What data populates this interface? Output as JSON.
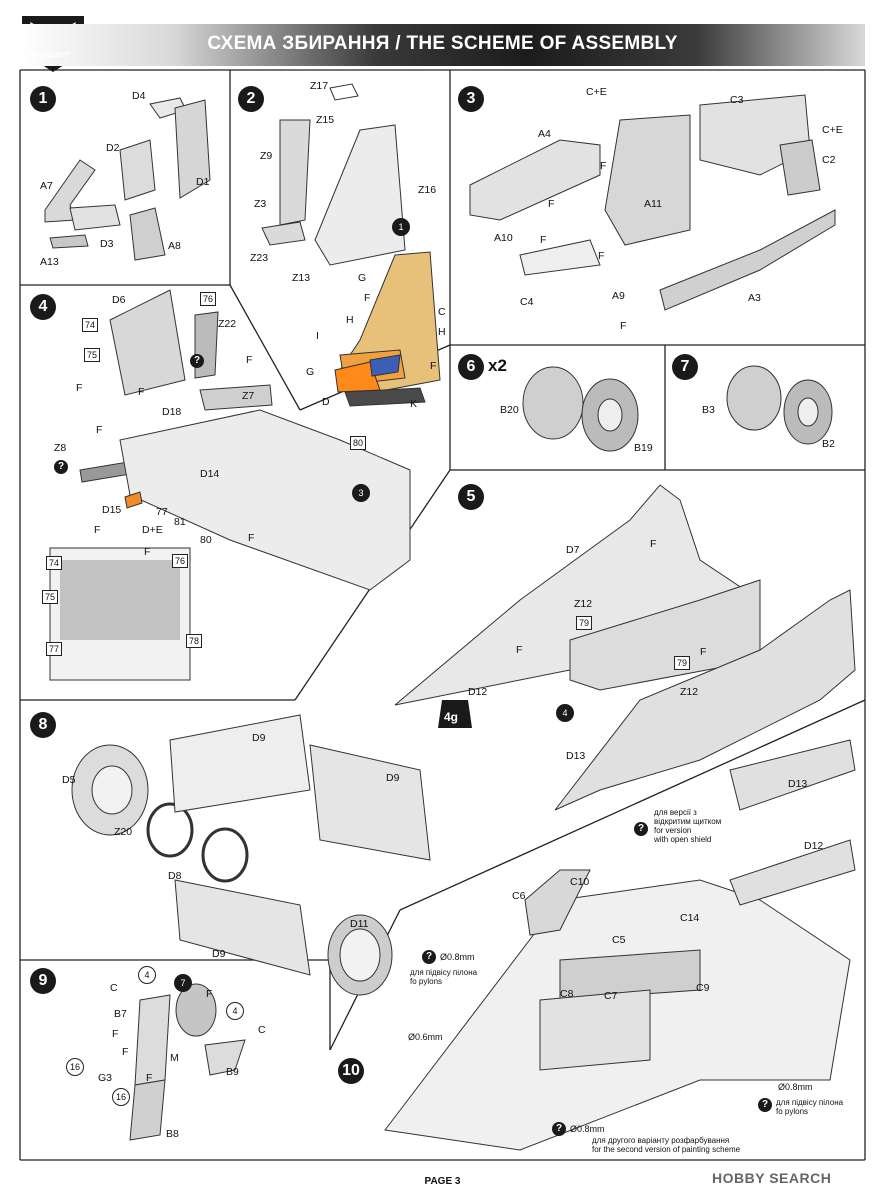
{
  "header": {
    "title": "СХЕМА ЗБИРАННЯ / THE SCHEME OF ASSEMBLY",
    "logo_text": "MODELSVIT"
  },
  "steps": [
    "1",
    "2",
    "3",
    "4",
    "5",
    "6",
    "7",
    "8",
    "9",
    "10"
  ],
  "step6_multiplier": "x2",
  "labels": {
    "s1": [
      "D4",
      "D2",
      "D1",
      "A7",
      "D3",
      "A8",
      "A13"
    ],
    "s2": [
      "Z17",
      "Z15",
      "Z9",
      "Z16",
      "Z3",
      "Z23",
      "Z13"
    ],
    "s2_paint": [
      "G",
      "F",
      "C",
      "H",
      "H",
      "F",
      "I",
      "G",
      "D",
      "K"
    ],
    "s3": [
      "A4",
      "C3",
      "C2",
      "A11",
      "A10",
      "C4",
      "A9",
      "A3"
    ],
    "s3_paint": [
      "C+E",
      "F",
      "C+E",
      "F",
      "F",
      "F",
      "F"
    ],
    "s4": [
      "D6",
      "Z22",
      "Z7",
      "D18",
      "Z8",
      "D14",
      "D15",
      "D+E",
      "77",
      "81",
      "80"
    ],
    "s4_boxes": [
      "76",
      "74",
      "75",
      "80",
      "74",
      "75",
      "76",
      "77",
      "78"
    ],
    "s4_paint": [
      "F",
      "F",
      "F",
      "F",
      "F",
      "F",
      "F"
    ],
    "s5": [
      "D7",
      "Z12",
      "79",
      "D12",
      "79",
      "Z12",
      "D13"
    ],
    "s5_paint": [
      "F",
      "F",
      "F"
    ],
    "s5_weight": "4g",
    "s5_step_ref": "4",
    "s6": [
      "B20",
      "B19"
    ],
    "s7": [
      "B3",
      "B2"
    ],
    "s8": [
      "D9",
      "D9",
      "D5",
      "Z20",
      "D8",
      "D9",
      "D11"
    ],
    "s9": [
      "B7",
      "G3",
      "B9",
      "B8"
    ],
    "s9_paint": [
      "C",
      "F",
      "C",
      "F",
      "F",
      "M",
      "F"
    ],
    "s9_refs": [
      "4",
      "7",
      "4",
      "16",
      "16"
    ],
    "s10": [
      "C10",
      "C6",
      "C14",
      "C5",
      "C9",
      "C8",
      "C7"
    ],
    "s10_dims": [
      "Ø0.8mm",
      "Ø0.6mm",
      "Ø0.8mm",
      "Ø0.8mm"
    ]
  },
  "notes": {
    "open_shield": "для версії з\nвідкритим щитком\nfor version\nwith open shield",
    "open_shield_parts": [
      "D13",
      "D12"
    ],
    "pylon_left": "для підвісу пілона\nfo pylons",
    "pylon_right": "для підвісу пілона\nfo pylons",
    "second_scheme": "для другого варіанту розфарбування\nfor the second version of painting scheme"
  },
  "footer": {
    "page": "PAGE 3"
  },
  "watermark": {
    "text": "HOBBY SEARCH"
  }
}
